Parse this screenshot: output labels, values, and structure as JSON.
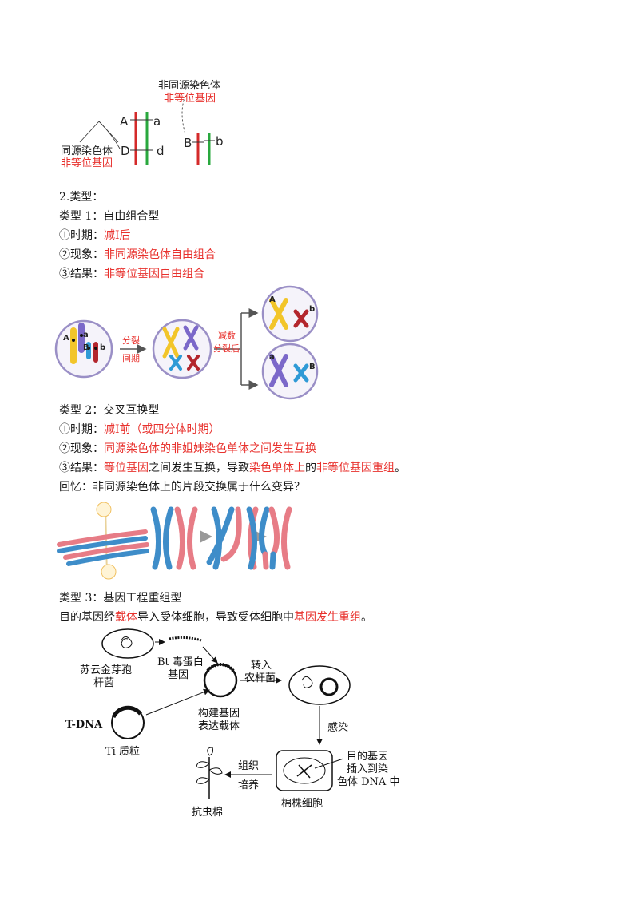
{
  "fig1": {
    "label_nonhomologous": "非同源染色体",
    "label_nonallelic_top": "非等位基因",
    "label_homologous": "同源染色体",
    "label_nonallelic_bottom": "非等位基因",
    "allele_A": "A",
    "allele_a": "a",
    "allele_D": "D",
    "allele_d": "d",
    "allele_B": "B",
    "allele_b": "b"
  },
  "section_title": "2.类型：",
  "type1": {
    "title": "类型 1：自由组合型",
    "period_label": "①时期：",
    "period_value": "减Ⅰ后",
    "phenomenon_label": "②现象：",
    "phenomenon_value": "非同源染色体自由组合",
    "result_label": "③结果：",
    "result_value": "非等位基因自由组合"
  },
  "fig2": {
    "arrow1_line1": "分裂",
    "arrow1_line2": "间期",
    "arrow2_line1": "减数",
    "arrow2_line2": "分裂后",
    "A": "A",
    "a": "a",
    "B": "B",
    "b": "b"
  },
  "type2": {
    "title": "类型 2：交叉互换型",
    "period_label": "①时期：",
    "period_value": "减Ⅰ前（或四分体时期）",
    "phenomenon_label": "②现象：",
    "phenomenon_value": "同源染色体的非姐妹染色单体之间发生互换",
    "result_label": "③结果：",
    "result_part1": "等位基因",
    "result_part2": "之间发生互换，导致",
    "result_part3": "染色单体上",
    "result_part4": "的",
    "result_part5": "非等位基因重组",
    "result_part6": "。",
    "recall": "回忆：非同源染色体上的片段交换属于什么变异？"
  },
  "type3": {
    "title": "类型 3：基因工程重组型",
    "desc_part1": "目的基因经",
    "desc_part2": "载体",
    "desc_part3": "导入受体细胞，导致受体细胞中",
    "desc_part4": "基因发生重组",
    "desc_part5": "。"
  },
  "fig4": {
    "bacterium_line1": "苏云金芽孢",
    "bacterium_line2": "杆菌",
    "bt_line1": "Bt 毒蛋白",
    "bt_line2": "基因",
    "transfer_line1": "转入",
    "transfer_line2": "农杆菌",
    "construct_line1": "构建基因",
    "construct_line2": "表达载体",
    "tdna": "T-DNA",
    "ti": "Ti 质粒",
    "infect": "感染",
    "target_line1": "目的基因",
    "target_line2": "插入到染",
    "target_line3": "色体 DNA 中",
    "culture_line1": "组织",
    "culture_line2": "培养",
    "cotton_cell": "棉株细胞",
    "resistant": "抗虫棉"
  }
}
